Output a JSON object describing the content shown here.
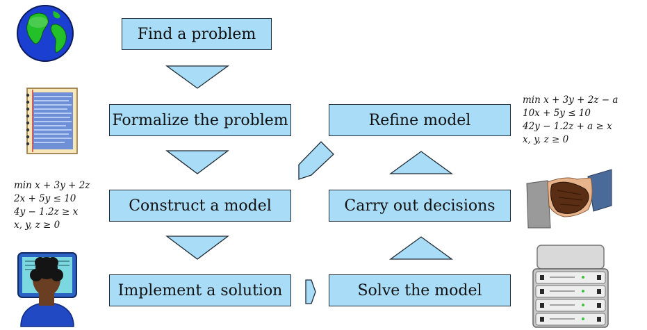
{
  "steps": {
    "find": "Find a problem",
    "formalize": "Formalize the problem",
    "construct": "Construct a model",
    "implement": "Implement a solution",
    "solve": "Solve the model",
    "carry_out": "Carry out decisions",
    "refine": "Refine model"
  },
  "model_left": [
    "min x + 3y + 2z",
    "2x + 5y ≤ 10",
    "4y − 1.2z ≥ x",
    "x, y, z ≥ 0"
  ],
  "model_right": [
    "min x + 3y + 2z − a",
    "10x + 5y ≤ 10",
    "42y − 1.2z + a ≥ x",
    "x, y, z ≥ 0"
  ],
  "icons": [
    "globe-icon",
    "notepad-icon",
    "person-computer-icon",
    "handshake-icon",
    "server-icon"
  ],
  "colors": {
    "box_fill": "#a9dcf7",
    "box_border": "#1e2a33"
  }
}
